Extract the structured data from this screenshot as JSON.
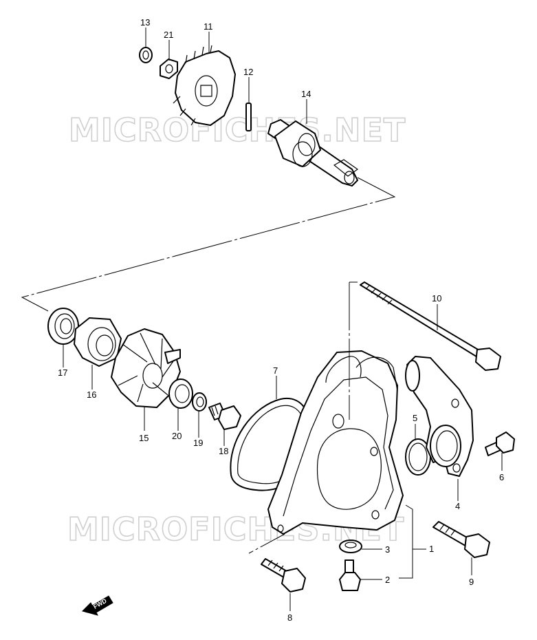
{
  "watermark": "MICROFICHES.NET",
  "fwd_label": "FWD",
  "callouts": {
    "p1": "1",
    "p2": "2",
    "p3": "3",
    "p4": "4",
    "p5": "5",
    "p6": "6",
    "p7": "7",
    "p8": "8",
    "p9": "9",
    "p10": "10",
    "p11": "11",
    "p12": "12",
    "p13": "13",
    "p14": "14",
    "p15": "15",
    "p16": "16",
    "p17": "17",
    "p18": "18",
    "p19": "19",
    "p20": "20",
    "p21": "21"
  }
}
